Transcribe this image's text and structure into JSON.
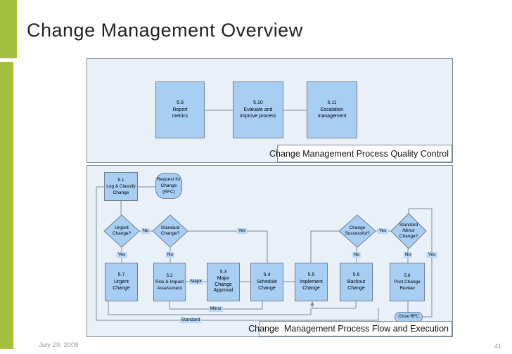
{
  "slide": {
    "title": "Change Management Overview",
    "footer_date": "July 29, 2009",
    "page_number": "41"
  },
  "colors": {
    "accent_green": "#a3c13e",
    "shape_fill": "#a8cef4",
    "shape_border": "#6f8096",
    "panel_fill": "#e9f0f8",
    "panel_border": "#7d8a99",
    "edge_label_highlight": "#b9d9f8"
  },
  "quality_panel": {
    "caption": "Change Management Process Quality Control",
    "boxes": [
      {
        "label": "5.9\nReport\nmetrics"
      },
      {
        "label": "5.10\nEvaluate and\nimprove process"
      },
      {
        "label": "5.11\nEscalation\nmanagement"
      }
    ]
  },
  "flow_panel": {
    "caption": "Change  Management Process Flow and Execution",
    "shapes": {
      "log_classify": "5.1\nLog & Classify\nChange",
      "rfc": "Request for\nChange\n(RFC)",
      "urgent_q": "Urgent\nChange?",
      "standard_q": "Standard\nChange?",
      "success_q": "Change\nSuccessful?",
      "std_minor_q": "Standard\n/Minor\nChange?",
      "urgent": "5.7\nUrgent\nChange",
      "risk": "5.2\nRisk & Impact\nAssessment",
      "approval": "5.3\nMajor\nChange\nApproval",
      "schedule": "5.4\nSchedule\nChange",
      "implement": "5.5\nImplement\nChange",
      "backout": "5.6\nBackout\nChange",
      "review": "5.8\nPost Change\nReview",
      "close_rfc": "Close RFC"
    },
    "edge_labels": {
      "no_urgent": "No",
      "yes_urgent": "Yes",
      "no_standard": "No",
      "yes_standard": "Yes",
      "major": "Major",
      "minor": "Minor",
      "standard": "Standard",
      "yes_success": "Yes",
      "no_success": "No",
      "no_stdminor": "No",
      "yes_stdminor": "Yes"
    }
  }
}
